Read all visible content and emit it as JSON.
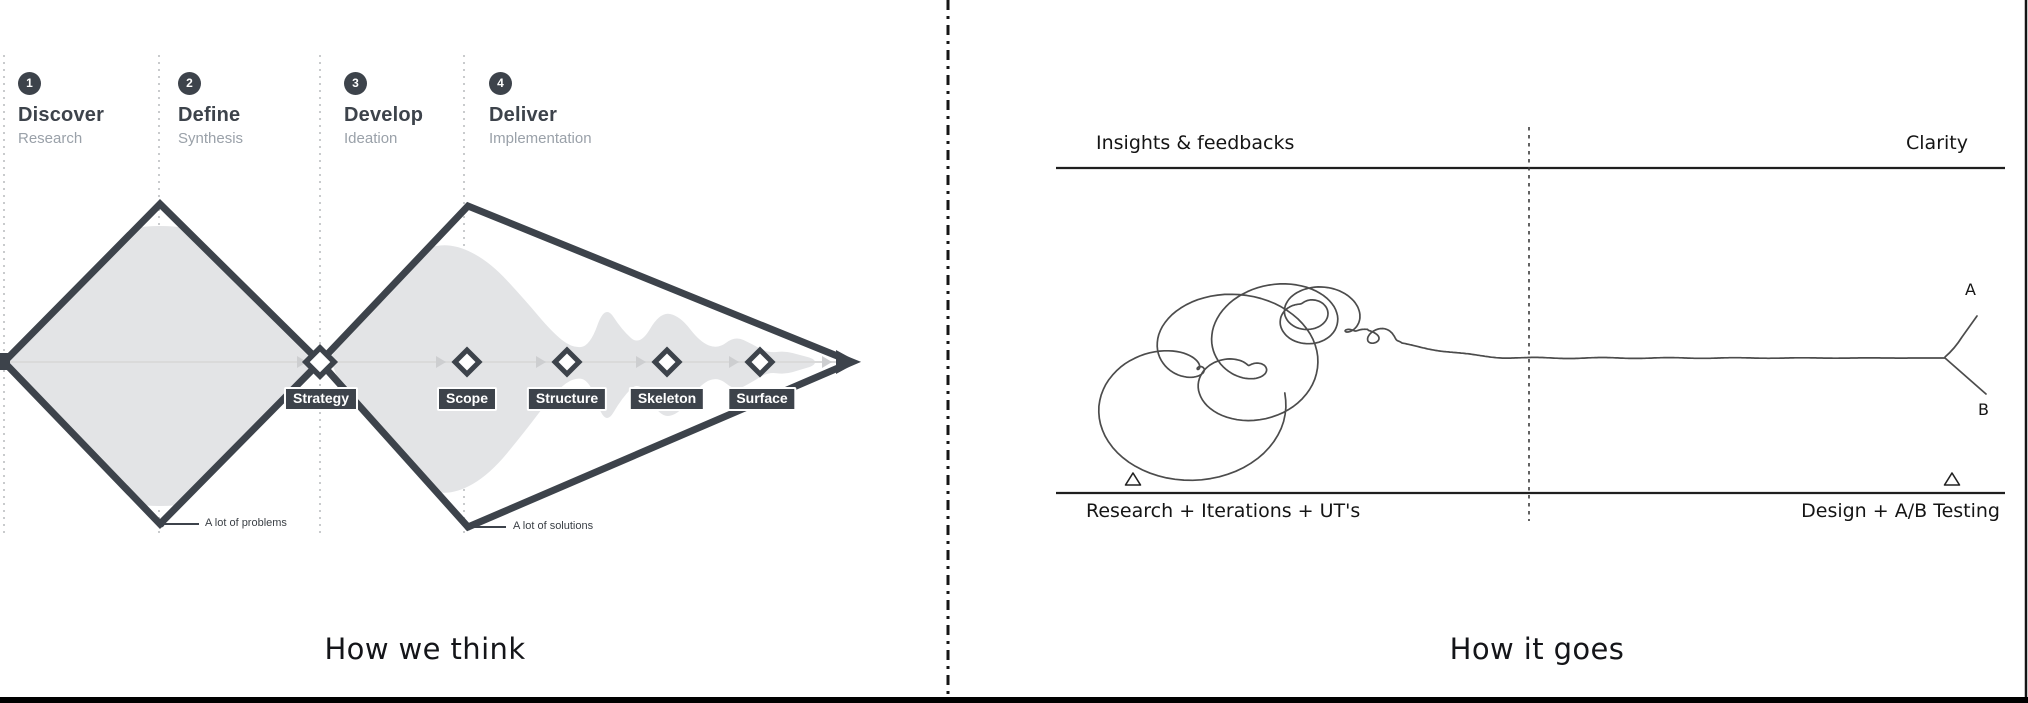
{
  "left_panel": {
    "phases": [
      {
        "num": "1",
        "name": "Discover",
        "subtitle": "Research"
      },
      {
        "num": "2",
        "name": "Define",
        "subtitle": "Synthesis"
      },
      {
        "num": "3",
        "name": "Develop",
        "subtitle": "Ideation"
      },
      {
        "num": "4",
        "name": "Deliver",
        "subtitle": "Implementation"
      }
    ],
    "stage_badges": [
      "Strategy",
      "Scope",
      "Structure",
      "Skeleton",
      "Surface"
    ],
    "problems_note": "A lot of problems",
    "solutions_note": "A lot of solutions",
    "caption": "How we think"
  },
  "right_panel": {
    "top_left_label": "Insights & feedbacks",
    "top_right_label": "Clarity",
    "bottom_left_label": "Research + Iterations + UT's",
    "bottom_right_label": "Design + A/B Testing",
    "branch_a": "A",
    "branch_b": "B",
    "caption": "How it goes"
  },
  "colors": {
    "dark_slate": "#3d434b",
    "light_fill": "#e3e4e6",
    "subtitle_gray": "#9aa1a9",
    "ink": "#1a1a1a"
  }
}
